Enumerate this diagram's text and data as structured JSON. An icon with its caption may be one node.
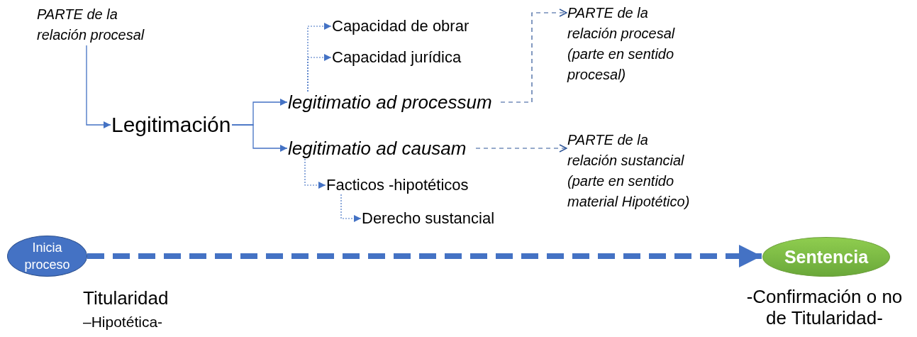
{
  "diagram": {
    "nodes": [
      {
        "text": [
          "PARTE de la relación procesal"
        ]
      },
      {
        "text": [
          "Legitimación"
        ]
      },
      {
        "text": [
          "Capacidad de obrar"
        ]
      },
      {
        "text": [
          "Capacidad jurídica"
        ]
      },
      {
        "text": [
          "legitimatio ad processum"
        ]
      },
      {
        "text": [
          "legitimatio ad causam"
        ]
      },
      {
        "text": [
          "PARTE de la relación procesal (parte en sentido procesal)"
        ]
      },
      {
        "text": [
          "PARTE de la relación sustancial (parte en sentido material Hipotético)"
        ]
      },
      {
        "text": [
          "Facticos -hipotéticos"
        ]
      },
      {
        "text": [
          "Derecho sustancial"
        ]
      },
      {
        "text": [
          "Inicia proceso"
        ],
        "beside": [
          "Titularidad",
          "–Hipotética-"
        ]
      },
      {
        "text": [
          "Sentencia"
        ],
        "beside": [
          "-Confirmación o no de Titularidad-"
        ]
      }
    ],
    "edges": [
      {
        "from": 0,
        "to": 1,
        "arrow": "to"
      },
      {
        "from": 1,
        "to": 4,
        "arrow": "to"
      },
      {
        "from": 1,
        "to": 5,
        "arrow": "to"
      },
      {
        "from": 4,
        "to": 2,
        "arrow": "to",
        "style": "dashed"
      },
      {
        "from": 4,
        "to": 3,
        "arrow": "to",
        "style": "dashed"
      },
      {
        "from": 4,
        "to": 6,
        "arrow": "to",
        "style": "dashed",
        "color": "#2f5597"
      },
      {
        "from": 5,
        "to": 7,
        "arrow": "to",
        "style": "dashed",
        "color": "#2f5597"
      },
      {
        "from": 5,
        "to": 8,
        "arrow": "to",
        "style": "dashed"
      },
      {
        "from": 8,
        "to": 9,
        "arrow": "to",
        "style": "dashed"
      },
      {
        "from": 10,
        "to": 11,
        "arrow": "to",
        "style": "dashed"
      }
    ]
  }
}
